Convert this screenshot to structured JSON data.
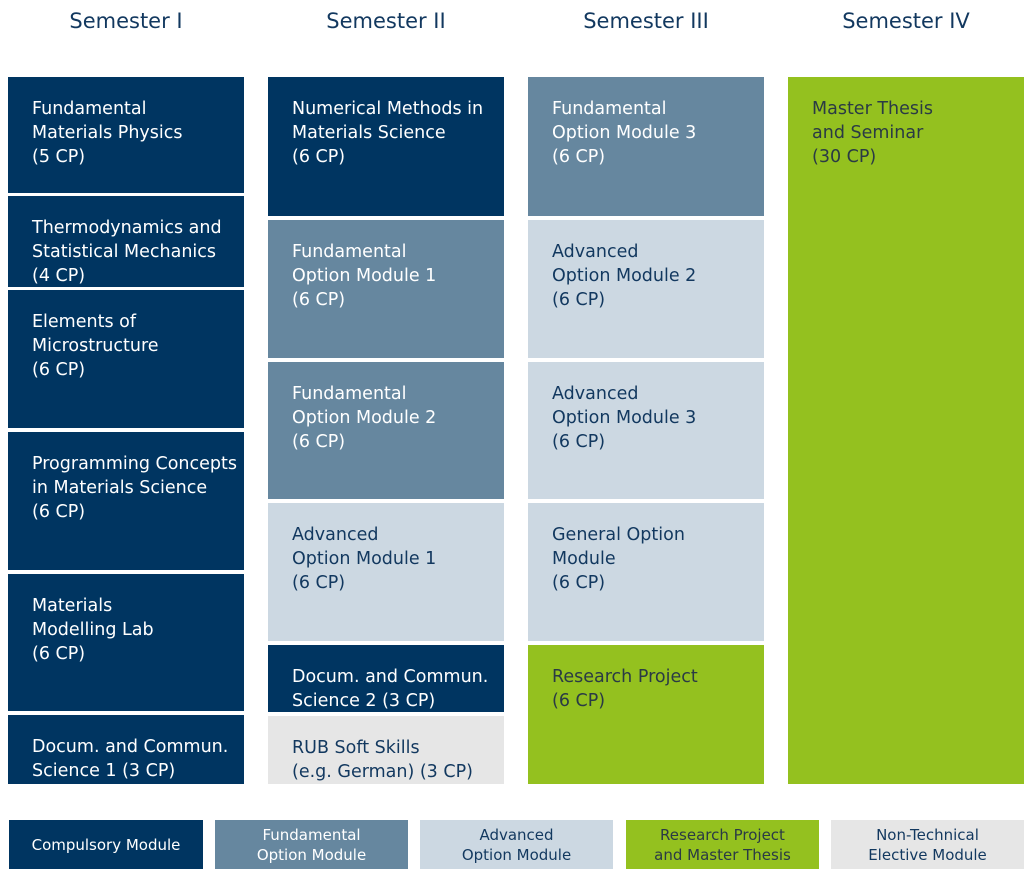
{
  "semesters": [
    {
      "title": "Semester I",
      "modules": [
        {
          "lines": [
            "Fundamental",
            "Materials Physics",
            "(5 CP)"
          ],
          "type": "compulsory"
        },
        {
          "lines": [
            "Thermodynamics and",
            "Statistical Mechanics",
            "(4 CP)"
          ],
          "type": "compulsory"
        },
        {
          "lines": [
            "Elements of",
            "Microstructure",
            "(6 CP)"
          ],
          "type": "compulsory"
        },
        {
          "lines": [
            "Programming Concepts",
            "in Materials Science",
            "(6 CP)"
          ],
          "type": "compulsory"
        },
        {
          "lines": [
            "Materials",
            "Modelling Lab",
            "(6 CP)"
          ],
          "type": "compulsory"
        },
        {
          "lines": [
            "Docum. and Commun.",
            "Science 1 (3 CP)"
          ],
          "type": "compulsory"
        }
      ]
    },
    {
      "title": "Semester II",
      "modules": [
        {
          "lines": [
            "Numerical Methods in",
            "Materials Science",
            "(6 CP)"
          ],
          "type": "compulsory"
        },
        {
          "lines": [
            "Fundamental",
            "Option Module 1",
            "(6 CP)"
          ],
          "type": "fundamental"
        },
        {
          "lines": [
            "Fundamental",
            "Option Module 2",
            "(6 CP)"
          ],
          "type": "fundamental"
        },
        {
          "lines": [
            "Advanced",
            "Option Module 1",
            "(6 CP)"
          ],
          "type": "advanced"
        },
        {
          "lines": [
            "Docum. and Commun.",
            "Science 2 (3 CP)"
          ],
          "type": "compulsory"
        },
        {
          "lines": [
            "RUB Soft Skills",
            "(e.g. German) (3 CP)"
          ],
          "type": "nontechnical"
        }
      ]
    },
    {
      "title": "Semester III",
      "modules": [
        {
          "lines": [
            "Fundamental",
            "Option Module 3",
            "(6 CP)"
          ],
          "type": "fundamental"
        },
        {
          "lines": [
            "Advanced",
            "Option Module 2",
            "(6 CP)"
          ],
          "type": "advanced"
        },
        {
          "lines": [
            "Advanced",
            "Option Module 3",
            "(6 CP)"
          ],
          "type": "advanced"
        },
        {
          "lines": [
            "General Option",
            "Module",
            "(6 CP)"
          ],
          "type": "advanced"
        },
        {
          "lines": [
            "Research Project",
            "(6 CP)"
          ],
          "type": "research"
        }
      ]
    },
    {
      "title": "Semester IV",
      "modules": [
        {
          "lines": [
            "Master Thesis",
            "and Seminar",
            "(30 CP)"
          ],
          "type": "research"
        }
      ]
    }
  ],
  "legend": [
    {
      "lines": [
        "Compulsory Module"
      ],
      "type": "compulsory"
    },
    {
      "lines": [
        "Fundamental",
        "Option Module"
      ],
      "type": "fundamental"
    },
    {
      "lines": [
        "Advanced",
        "Option Module"
      ],
      "type": "advanced"
    },
    {
      "lines": [
        "Research Project",
        "and Master Thesis"
      ],
      "type": "research"
    },
    {
      "lines": [
        "Non-Technical",
        "Elective Module"
      ],
      "type": "nontechnical"
    }
  ],
  "colors": {
    "compulsory": "#003561",
    "fundamental": "#66879f",
    "advanced": "#ccd8e2",
    "research": "#94c11f",
    "nontechnical": "#e6e6e6",
    "title_text": "#12385f"
  }
}
